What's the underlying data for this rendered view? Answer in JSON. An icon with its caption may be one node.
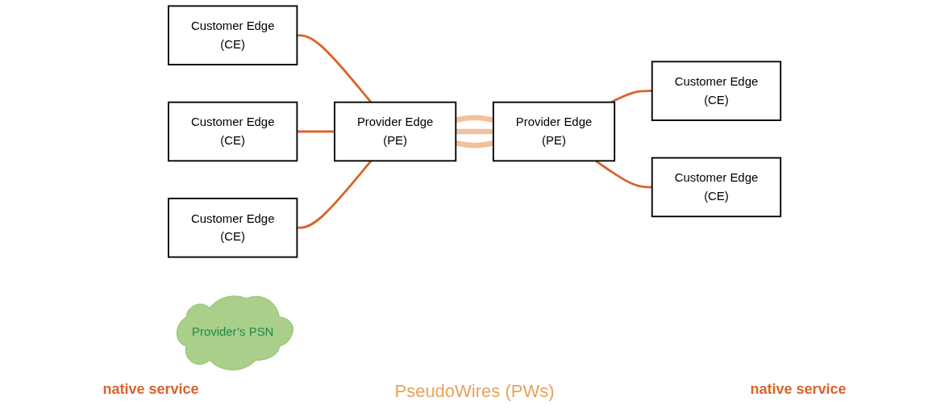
{
  "diagram": {
    "nodes": [
      {
        "text": [
          "Customer Edge",
          "(CE)"
        ]
      },
      {
        "text": [
          "Customer Edge",
          "(CE)"
        ]
      },
      {
        "text": [
          "Customer Edge",
          "(CE)"
        ]
      },
      {
        "text": [
          "Provider Edge",
          "(PE)"
        ]
      },
      {
        "text": [
          "Provider’s PSN"
        ]
      },
      {
        "text": [
          "Provider Edge",
          "(PE)"
        ]
      },
      {
        "text": [
          "Customer Edge",
          "(CE)"
        ]
      },
      {
        "text": [
          "Customer Edge",
          "(CE)"
        ]
      }
    ],
    "edges": [
      {
        "from": 0,
        "to": 3,
        "arrow": "none"
      },
      {
        "from": 1,
        "to": 3,
        "arrow": "none"
      },
      {
        "from": 2,
        "to": 3,
        "arrow": "none"
      },
      {
        "from": 3,
        "to": 5,
        "arrow": "none",
        "style": "thick",
        "color": "#f2c09a"
      },
      {
        "from": 3,
        "to": 5,
        "arrow": "none",
        "style": "thick",
        "color": "#f2c09a"
      },
      {
        "from": 3,
        "to": 5,
        "arrow": "none",
        "style": "thick",
        "color": "#f2c09a"
      },
      {
        "from": 5,
        "to": 6,
        "arrow": "none"
      },
      {
        "from": 5,
        "to": 7,
        "arrow": "none"
      }
    ],
    "labels": [
      "native service",
      "PseudoWires (PWs)",
      "native service"
    ]
  }
}
